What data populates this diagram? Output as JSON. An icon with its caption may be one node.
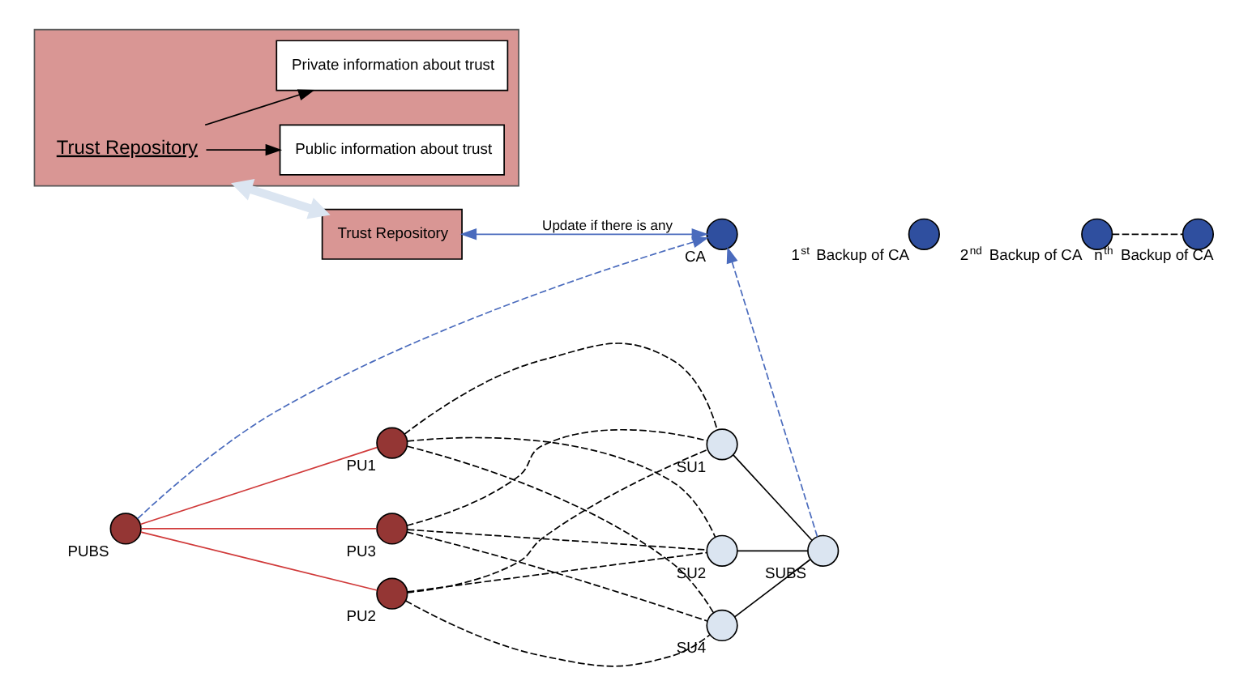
{
  "diagram": {
    "nodes": [
      {
        "text": [
          "Trust Repository"
        ]
      },
      {
        "text": [
          "Public information about trust"
        ],
        "in": 0
      },
      {
        "text": [
          "Private information about trust"
        ],
        "in": 0
      },
      {
        "text": [
          "Trust Repository"
        ]
      },
      {
        "text": [],
        "shape": "circle",
        "beside": [
          "CA"
        ]
      },
      {
        "text": [],
        "shape": "circle",
        "beside": [
          "1$^{st}$ Backup of CA"
        ]
      },
      {
        "text": [],
        "shape": "circle",
        "beside": [
          "2$^{nd}$ Backup of CA"
        ]
      },
      {
        "text": [],
        "shape": "circle",
        "beside": [
          "n$^{th}$ Backup of CA"
        ]
      },
      {
        "text": [],
        "shape": "circle",
        "beside": [
          "PU1"
        ]
      },
      {
        "text": [],
        "shape": "circle",
        "beside": [
          "PU2"
        ]
      },
      {
        "text": [],
        "shape": "circle",
        "beside": [
          "PU3"
        ]
      },
      {
        "text": [],
        "shape": "circle",
        "beside": [
          "PUBS"
        ]
      },
      {
        "text": [],
        "shape": "circle",
        "beside": [
          "SU2"
        ]
      },
      {
        "text": [],
        "shape": "circle",
        "beside": [
          "SU1"
        ]
      },
      {
        "text": [],
        "shape": "circle",
        "beside": [
          "SU4"
        ]
      },
      {
        "text": [],
        "shape": "circle",
        "beside": [
          "SUBS"
        ]
      }
    ],
    "edges": [
      {
        "from": 0,
        "to": 1,
        "arrow": "to"
      },
      {
        "from": 0,
        "to": 2,
        "arrow": "to"
      },
      {
        "from": 0,
        "to": 3,
        "arrow": "both",
        "style": "thick",
        "color": "#dbe5f1"
      },
      {
        "from": 3,
        "to": 4,
        "arrow": "both",
        "label": "Update if there is any",
        "color": "#4a6bbd"
      },
      {
        "from": 11,
        "to": 4,
        "arrow": "to",
        "style": "dashed",
        "color": "#4a6bbd"
      },
      {
        "from": 15,
        "to": 4,
        "arrow": "to",
        "style": "dashed",
        "color": "#4a6bbd"
      },
      {
        "from": 6,
        "to": 7,
        "arrow": "none",
        "style": "dashed"
      },
      {
        "from": 11,
        "to": 8,
        "arrow": "none",
        "color": "#d03a3a"
      },
      {
        "from": 11,
        "to": 9,
        "arrow": "none",
        "color": "#d03a3a"
      },
      {
        "from": 11,
        "to": 10,
        "arrow": "none",
        "color": "#d03a3a"
      },
      {
        "from": 8,
        "to": 12,
        "arrow": "none",
        "style": "dashed"
      },
      {
        "from": 8,
        "to": 13,
        "arrow": "none",
        "style": "dashed"
      },
      {
        "from": 8,
        "to": 14,
        "arrow": "none",
        "style": "dashed"
      },
      {
        "from": 9,
        "to": 12,
        "arrow": "none",
        "style": "dashed"
      },
      {
        "from": 9,
        "to": 13,
        "arrow": "none",
        "style": "dashed"
      },
      {
        "from": 9,
        "to": 14,
        "arrow": "none",
        "style": "dashed"
      },
      {
        "from": 10,
        "to": 12,
        "arrow": "none",
        "style": "dashed"
      },
      {
        "from": 10,
        "to": 13,
        "arrow": "none",
        "style": "dashed"
      },
      {
        "from": 10,
        "to": 14,
        "arrow": "none",
        "style": "dashed"
      },
      {
        "from": 12,
        "to": 15,
        "arrow": "none"
      },
      {
        "from": 13,
        "to": 15,
        "arrow": "none"
      },
      {
        "from": 14,
        "to": 15,
        "arrow": "none"
      }
    ]
  }
}
